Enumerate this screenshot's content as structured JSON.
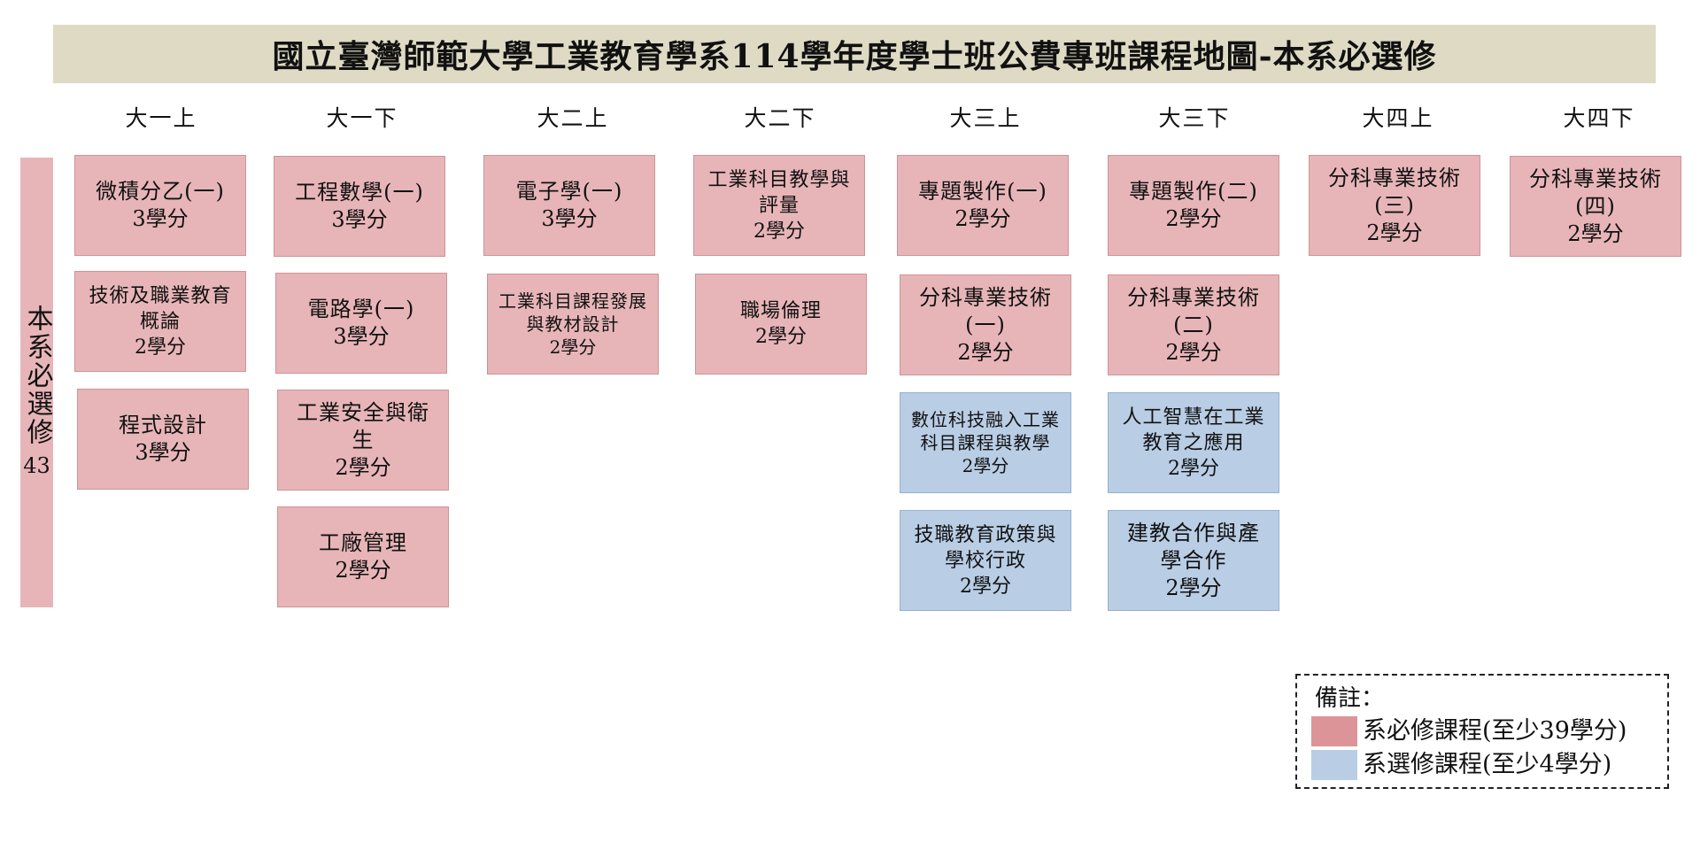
{
  "title": "國立臺灣師範大學工業教育學系114學年度學士班公費專班課程地圖-本系必選修",
  "sidebar": {
    "label": "本系必選修",
    "count": "43"
  },
  "semesters": [
    "大一上",
    "大一下",
    "大二上",
    "大二下",
    "大三上",
    "大三下",
    "大四上",
    "大四下"
  ],
  "courses": [
    {
      "name": "微積分乙(一)",
      "credits": "3學分",
      "type": "required",
      "semester": "大一上"
    },
    {
      "name": "技術及職業教育概論",
      "credits": "2學分",
      "type": "required",
      "semester": "大一上"
    },
    {
      "name": "程式設計",
      "credits": "3學分",
      "type": "required",
      "semester": "大一上"
    },
    {
      "name": "工程數學(一)",
      "credits": "3學分",
      "type": "required",
      "semester": "大一下"
    },
    {
      "name": "電路學(一)",
      "credits": "3學分",
      "type": "required",
      "semester": "大一下"
    },
    {
      "name": "工業安全與衛生",
      "credits": "2學分",
      "type": "required",
      "semester": "大一下"
    },
    {
      "name": "工廠管理",
      "credits": "2學分",
      "type": "required",
      "semester": "大一下"
    },
    {
      "name": "電子學(一)",
      "credits": "3學分",
      "type": "required",
      "semester": "大二上"
    },
    {
      "name": "工業科目課程發展與教材設計",
      "credits": "2學分",
      "type": "required",
      "semester": "大二上"
    },
    {
      "name": "工業科目教學與評量",
      "credits": "2學分",
      "type": "required",
      "semester": "大二下"
    },
    {
      "name": "職場倫理",
      "credits": "2學分",
      "type": "required",
      "semester": "大二下"
    },
    {
      "name": "專題製作(一)",
      "credits": "2學分",
      "type": "required",
      "semester": "大三上"
    },
    {
      "name": "分科專業技術(一)",
      "credits": "2學分",
      "type": "required",
      "semester": "大三上"
    },
    {
      "name": "數位科技融入工業科目課程與教學",
      "credits": "2學分",
      "type": "elective",
      "semester": "大三上"
    },
    {
      "name": "技職教育政策與學校行政",
      "credits": "2學分",
      "type": "elective",
      "semester": "大三上"
    },
    {
      "name": "專題製作(二)",
      "credits": "2學分",
      "type": "required",
      "semester": "大三下"
    },
    {
      "name": "分科專業技術(二)",
      "credits": "2學分",
      "type": "required",
      "semester": "大三下"
    },
    {
      "name": "人工智慧在工業教育之應用",
      "credits": "2學分",
      "type": "elective",
      "semester": "大三下"
    },
    {
      "name": "建教合作與產學合作",
      "credits": "2學分",
      "type": "elective",
      "semester": "大三下"
    },
    {
      "name": "分科專業技術(三)",
      "credits": "2學分",
      "type": "required",
      "semester": "大四上"
    },
    {
      "name": "分科專業技術(四)",
      "credits": "2學分",
      "type": "required",
      "semester": "大四下"
    }
  ],
  "legend": {
    "title": "備註：",
    "items": [
      {
        "label": "系必修課程(至少39學分)",
        "color": "#dc9498"
      },
      {
        "label": "系選修課程(至少4學分)",
        "color": "#b9cde5"
      }
    ]
  },
  "colors": {
    "required": "#e7b5b8",
    "elective": "#b9cde5",
    "banner": "#dedac4"
  }
}
